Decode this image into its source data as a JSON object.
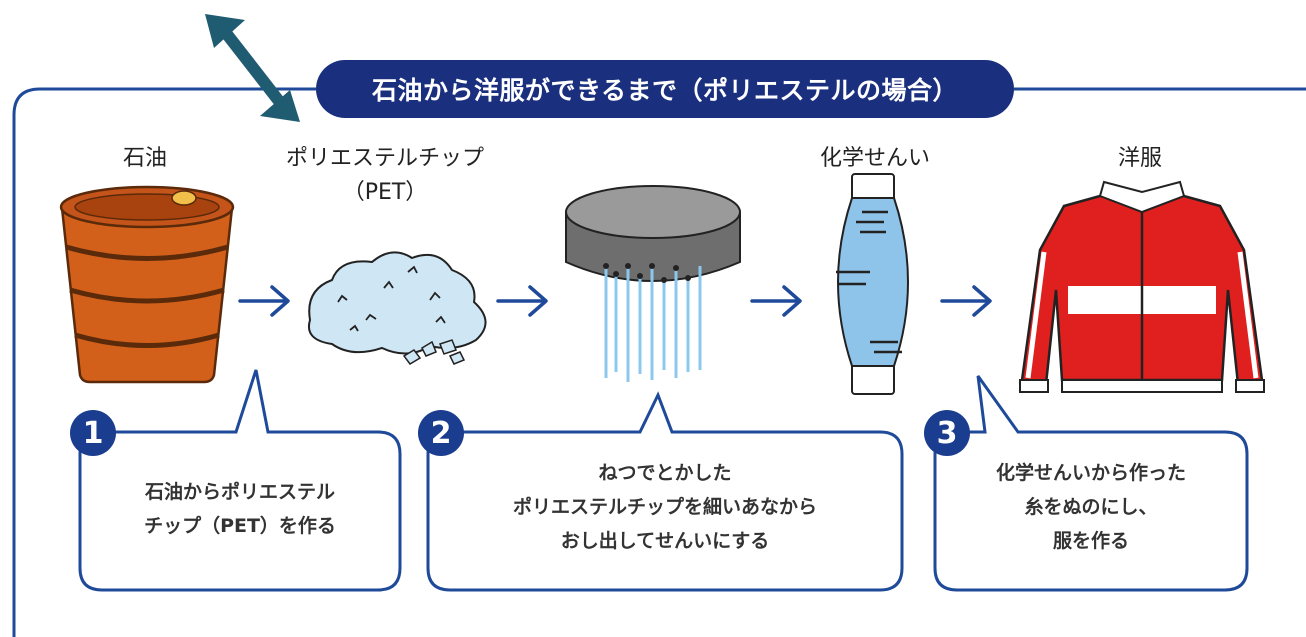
{
  "title": "石油から洋服ができるまで（ポリエステルの場合）",
  "stages": {
    "oil": "石油",
    "chip": "ポリエステルチップ",
    "chip_sub": "（PET）",
    "fiber": "化学せんい",
    "clothes": "洋服"
  },
  "steps": [
    {
      "number": "1",
      "lines": [
        "石油からポリエステル",
        "チップ（PET）を作る"
      ]
    },
    {
      "number": "2",
      "lines": [
        "ねつでとかした",
        "ポリエステルチップを細いあなから",
        "おし出してせんいにする"
      ]
    },
    {
      "number": "3",
      "lines": [
        "化学せんいから作った",
        "糸をぬのにし、",
        "服を作る"
      ]
    }
  ],
  "colors": {
    "navy": "#1b2f7f",
    "line_blue": "#1f4a9a",
    "barrel": "#d2601a",
    "jacket_red": "#e0201e",
    "teal_arrow": "#1f5c72"
  },
  "icons": [
    "double-arrow-icon",
    "barrel-icon",
    "pet-chips-icon",
    "spinneret-icon",
    "fiber-bobbin-icon",
    "jacket-icon",
    "right-arrow-icon"
  ]
}
